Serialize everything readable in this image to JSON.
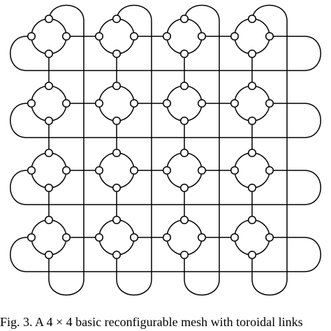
{
  "figure": {
    "caption": "Fig. 3. A 4 × 4 basic reconfigurable mesh with toroidal links",
    "rows": 4,
    "cols": 4,
    "ports_per_node": 4,
    "toroidal_links": true
  },
  "colors": {
    "stroke": "#000000",
    "port_fill": "#ffffff",
    "background": "#ffffff"
  }
}
